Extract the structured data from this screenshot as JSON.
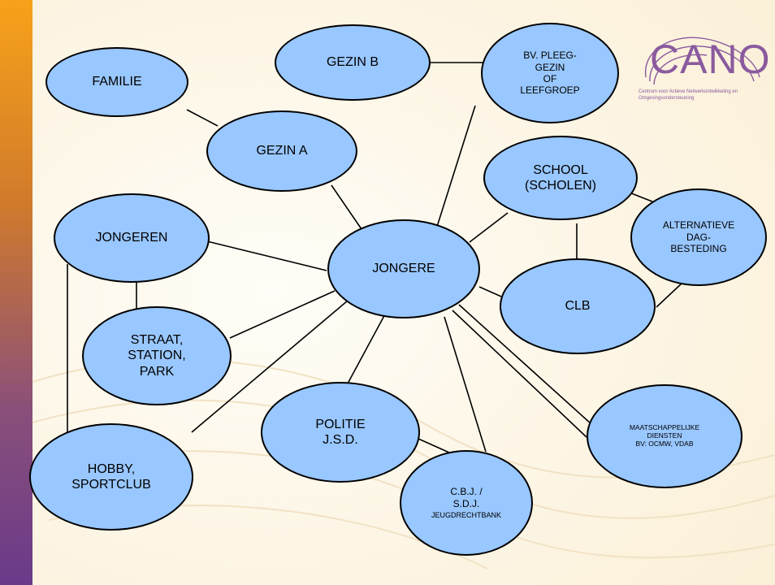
{
  "nodes": [
    {
      "id": "familie",
      "label": "FAMILIE"
    },
    {
      "id": "gezin_b",
      "label": "GEZIN B"
    },
    {
      "id": "pleeggezin",
      "label": "BV. PLEEG-\nGEZIN\nOF\nLEEFGROEP"
    },
    {
      "id": "gezin_a",
      "label": "GEZIN A"
    },
    {
      "id": "school",
      "label": "SCHOOL\n(SCHOLEN)"
    },
    {
      "id": "alternatieve",
      "label": "ALTERNATIEVE\nDAG-\nBESTEDING"
    },
    {
      "id": "jongeren",
      "label": "JONGEREN"
    },
    {
      "id": "jongere",
      "label": "JONGERE"
    },
    {
      "id": "clb",
      "label": "CLB"
    },
    {
      "id": "straat",
      "label": "STRAAT,\nSTATION,\nPARK"
    },
    {
      "id": "politie",
      "label": "POLITIE\nJ.S.D."
    },
    {
      "id": "maatschappelijke",
      "label": "MAATSCHAPPELIJKE\nDIENSTEN\nBV: OCMW, VDAB"
    },
    {
      "id": "hobby",
      "label": "HOBBY,\nSPORTCLUB"
    },
    {
      "id": "cbj",
      "label": "C.B.J. /\nS.D.J.",
      "sub": "JEUGDRECHTBANK"
    }
  ],
  "logo": {
    "title": "CANO",
    "subtitle": "Centrum voor Actieve Netwerkontwikkeling en Omgevingsondersteuning"
  },
  "colors": {
    "node_fill": "#99c7ff",
    "line": "#000000",
    "accent_bar": "#f0a030",
    "logo": "#8a5a9e"
  }
}
